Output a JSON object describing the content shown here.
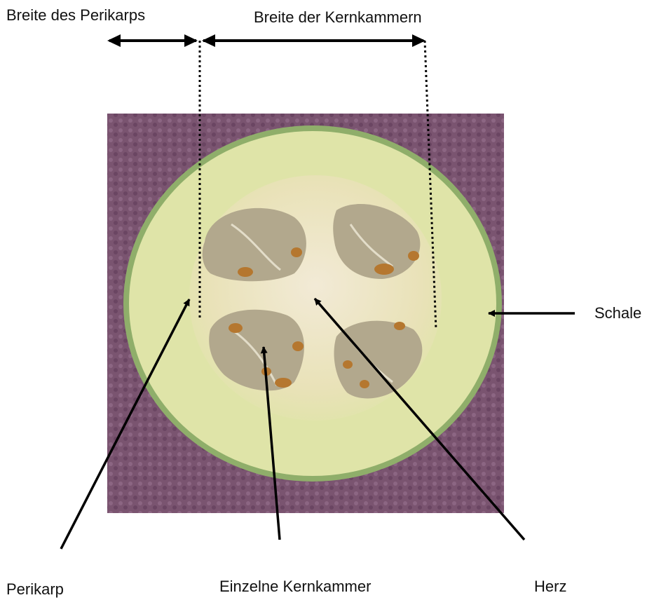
{
  "labels": {
    "pericarp_width": "Breite des Perikarps",
    "chamber_width": "Breite der Kernkammern",
    "skin": "Schale",
    "pericarp": "Perikarp",
    "single_chamber": "Einzelne Kernkammer",
    "heart": "Herz"
  },
  "colors": {
    "background": "#7a5470",
    "skin": "#8fae6a",
    "pericarp": "#dfe4a8",
    "flesh": "#efe6cf",
    "chamber": "#b2a88d",
    "seed": "#b5772f",
    "arrow": "#000000"
  }
}
